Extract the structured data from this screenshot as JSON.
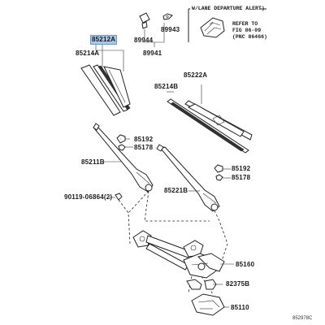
{
  "labels": {
    "p85212a": "85212A",
    "p85214a": "85214A",
    "p89944": "89944",
    "p89943": "89943",
    "p89941": "89941",
    "p85222a": "85222A",
    "p85214b": "85214B",
    "p85192_l": "85192",
    "p85178_l": "85178",
    "p85211b": "85211B",
    "p85192_r": "85192",
    "p85178_r": "85178",
    "p85221b": "85221B",
    "p90119": "90119-06864(2)",
    "p85160": "85160",
    "p82375b": "82375B",
    "p85110": "85110"
  },
  "notes": {
    "lane_departure": "W/LANE DEPARTURE ALERT)",
    "refer_line1": "REFER TO",
    "refer_line2": "FIG 86-09",
    "refer_line3": "(PNC 86466)"
  },
  "diagram_ref": "852978C",
  "colors": {
    "highlight": "#a9c7ea",
    "line": "#222222"
  }
}
